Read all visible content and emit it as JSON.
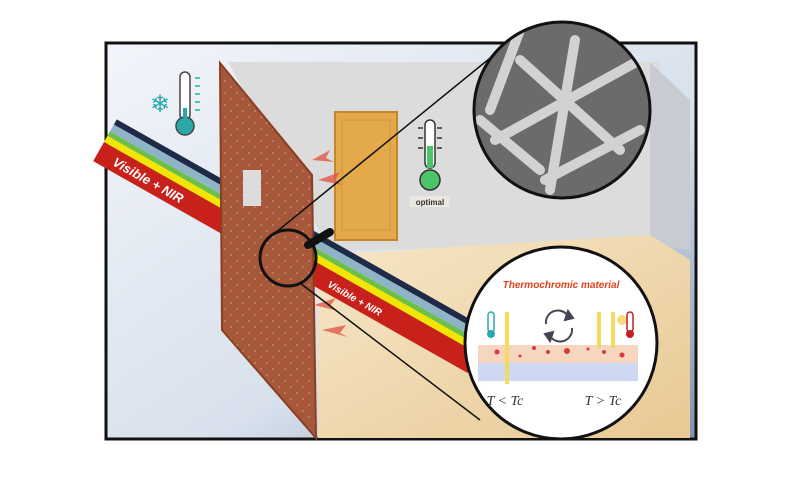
{
  "figure": {
    "beam_label_left": "Visible + NIR",
    "beam_label_right": "Visible + NIR",
    "optimal_label": "optimal",
    "inset_title": "Thermochromic material",
    "cold_condition": "T < Tc",
    "hot_condition": "T > Tc"
  },
  "colors": {
    "beam_red": "#c8201a",
    "beam_yellow": "#f2e600",
    "beam_green": "#6cc04a",
    "beam_blue": "#8fb4c8",
    "beam_navy": "#1e2a48",
    "brick": "#a8583a",
    "inset_title": "#e0401a"
  }
}
